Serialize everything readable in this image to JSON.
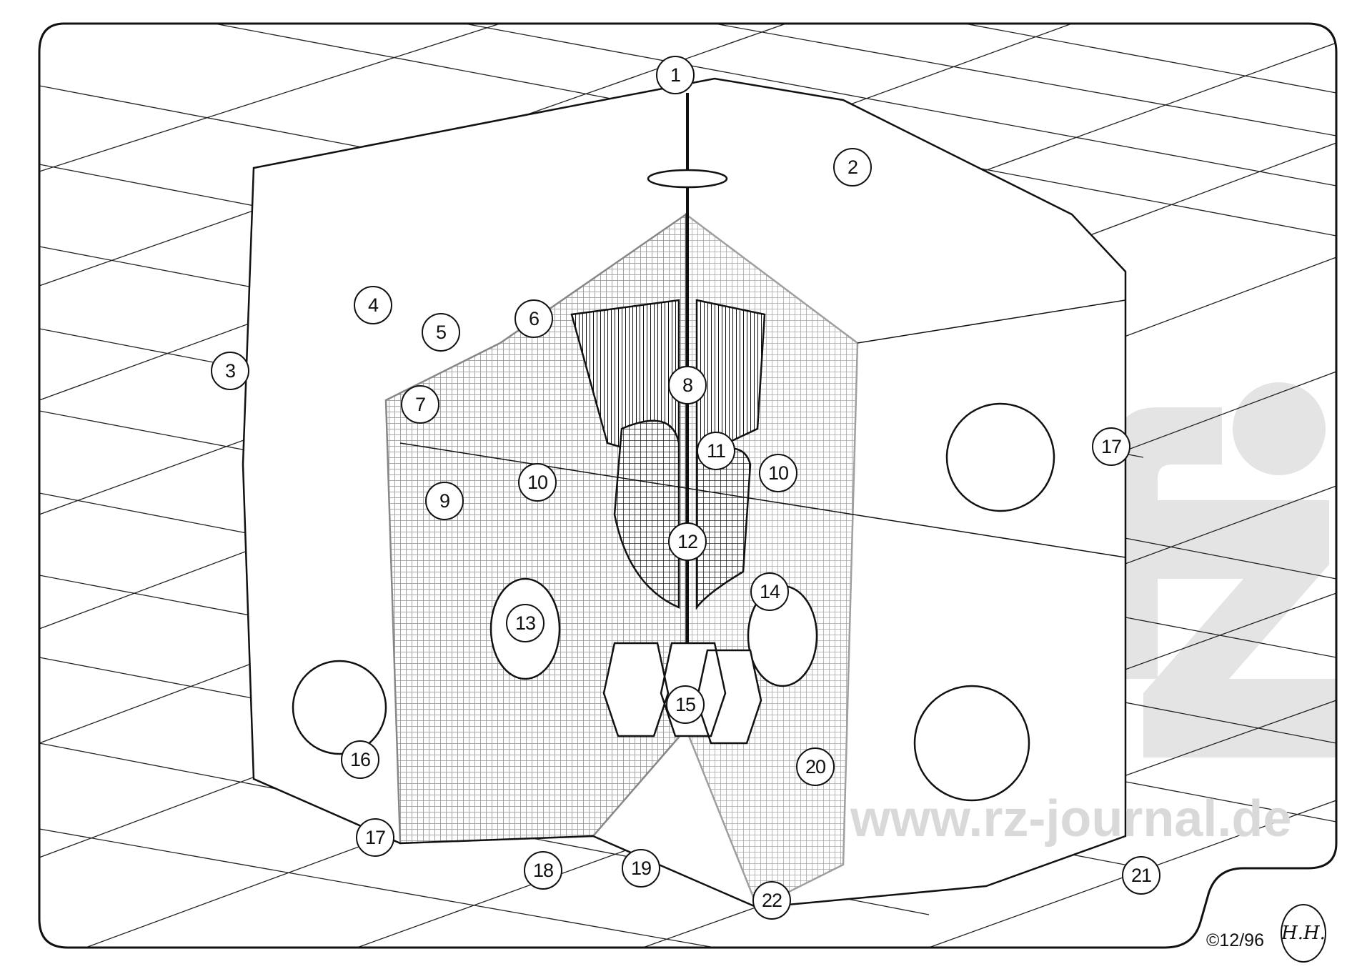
{
  "diagram": {
    "type": "cutaway technical illustration",
    "callouts": [
      {
        "label": "1"
      },
      {
        "label": "2"
      },
      {
        "label": "3"
      },
      {
        "label": "4"
      },
      {
        "label": "5"
      },
      {
        "label": "6"
      },
      {
        "label": "7"
      },
      {
        "label": "8"
      },
      {
        "label": "9"
      },
      {
        "label": "10"
      },
      {
        "label": "10"
      },
      {
        "label": "11"
      },
      {
        "label": "12"
      },
      {
        "label": "13"
      },
      {
        "label": "14"
      },
      {
        "label": "15"
      },
      {
        "label": "16"
      },
      {
        "label": "17"
      },
      {
        "label": "17"
      },
      {
        "label": "18"
      },
      {
        "label": "19"
      },
      {
        "label": "20"
      },
      {
        "label": "21"
      },
      {
        "label": "22"
      }
    ]
  },
  "watermark": "www.rz-journal.de",
  "copyright": "©12/96",
  "signature": "H.H."
}
